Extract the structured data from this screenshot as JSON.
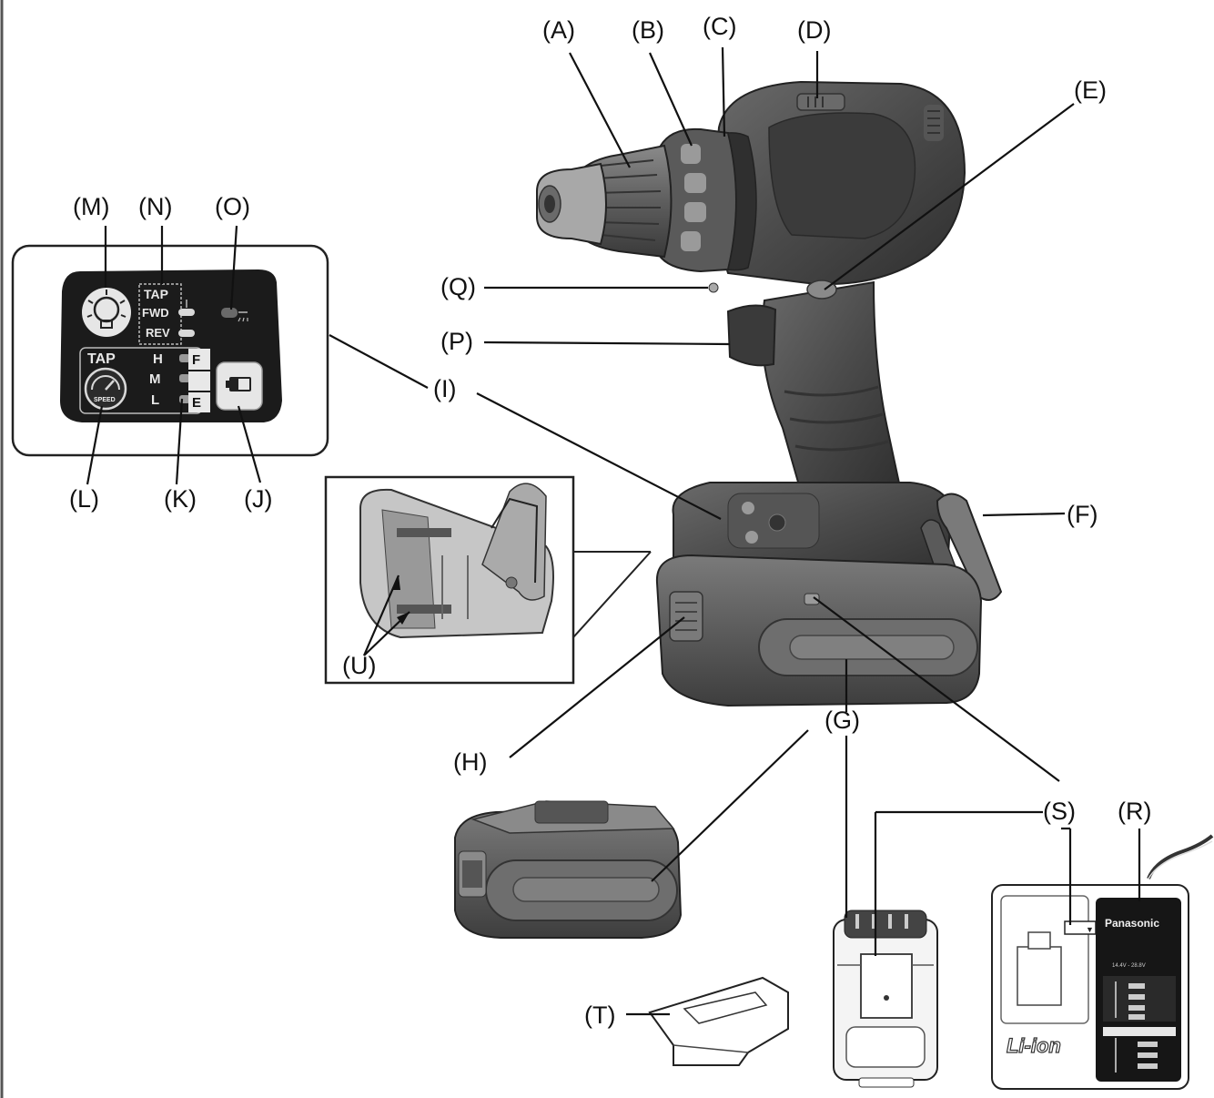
{
  "callouts": {
    "A": "(A)",
    "B": "(B)",
    "C": "(C)",
    "D": "(D)",
    "E": "(E)",
    "F": "(F)",
    "G1": "(G)",
    "G2": "(G)",
    "H": "(H)",
    "I": "(I)",
    "J": "(J)",
    "K": "(K)",
    "L": "(L)",
    "M": "(M)",
    "N": "(N)",
    "O": "(O)",
    "P": "(P)",
    "Q": "(Q)",
    "R": "(R)",
    "S": "(S)",
    "T": "(T)",
    "U": "(U)"
  },
  "panel": {
    "tap": "TAP",
    "fwd": "FWD",
    "rev": "REV",
    "tap_speed": "TAP",
    "h": "H",
    "m": "M",
    "l": "L",
    "f": "F",
    "e": "E",
    "speed": "SPEED"
  },
  "charger": {
    "brand": "Panasonic",
    "voltage": "14.4V - 28.8V",
    "type": "Li-ion"
  },
  "colors": {
    "body": "#4a4a4a",
    "dark": "#2a2a2a",
    "mid": "#6c6c6c",
    "light": "#9a9a9a",
    "line": "#111111"
  }
}
